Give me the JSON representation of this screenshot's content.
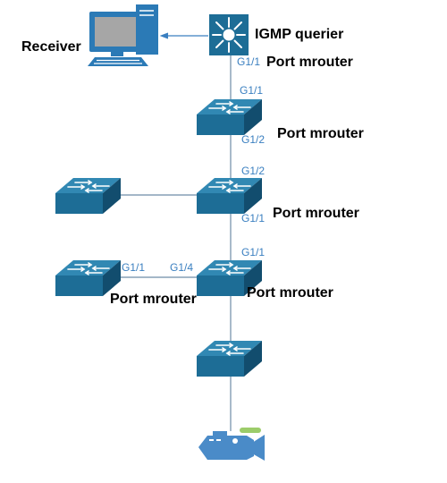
{
  "diagram": {
    "receiver_label": "Receiver",
    "querier_label": "IGMP querier",
    "port_labels": {
      "querier_port": "G1/1",
      "sw1_top": "G1/1",
      "sw1_bottom": "G1/2",
      "sw2_top": "G1/2",
      "sw2_bottom": "G1/1",
      "sw3_top": "G1/1",
      "sw3_left": "G1/4",
      "left_sw_right": "G1/1"
    },
    "mrouter_labels": {
      "querier": "Port mrouter",
      "sw1": "Port mrouter",
      "sw2": "Port mrouter",
      "sw3": "Port mrouter",
      "left_sw": "Port mrouter"
    },
    "colors": {
      "link_line": "#6e8ca6",
      "arrow": "#3a7fc0",
      "port_text": "#3a7fc0",
      "switch_front": "#1d6d96",
      "switch_top": "#3188b3",
      "switch_side": "#124d6e",
      "camera": "#4a8bc8",
      "camera_light": "#9ccc6a"
    },
    "icons": [
      "computer-icon",
      "l3-switch-icon",
      "switch-icon",
      "video-camera-icon"
    ]
  }
}
